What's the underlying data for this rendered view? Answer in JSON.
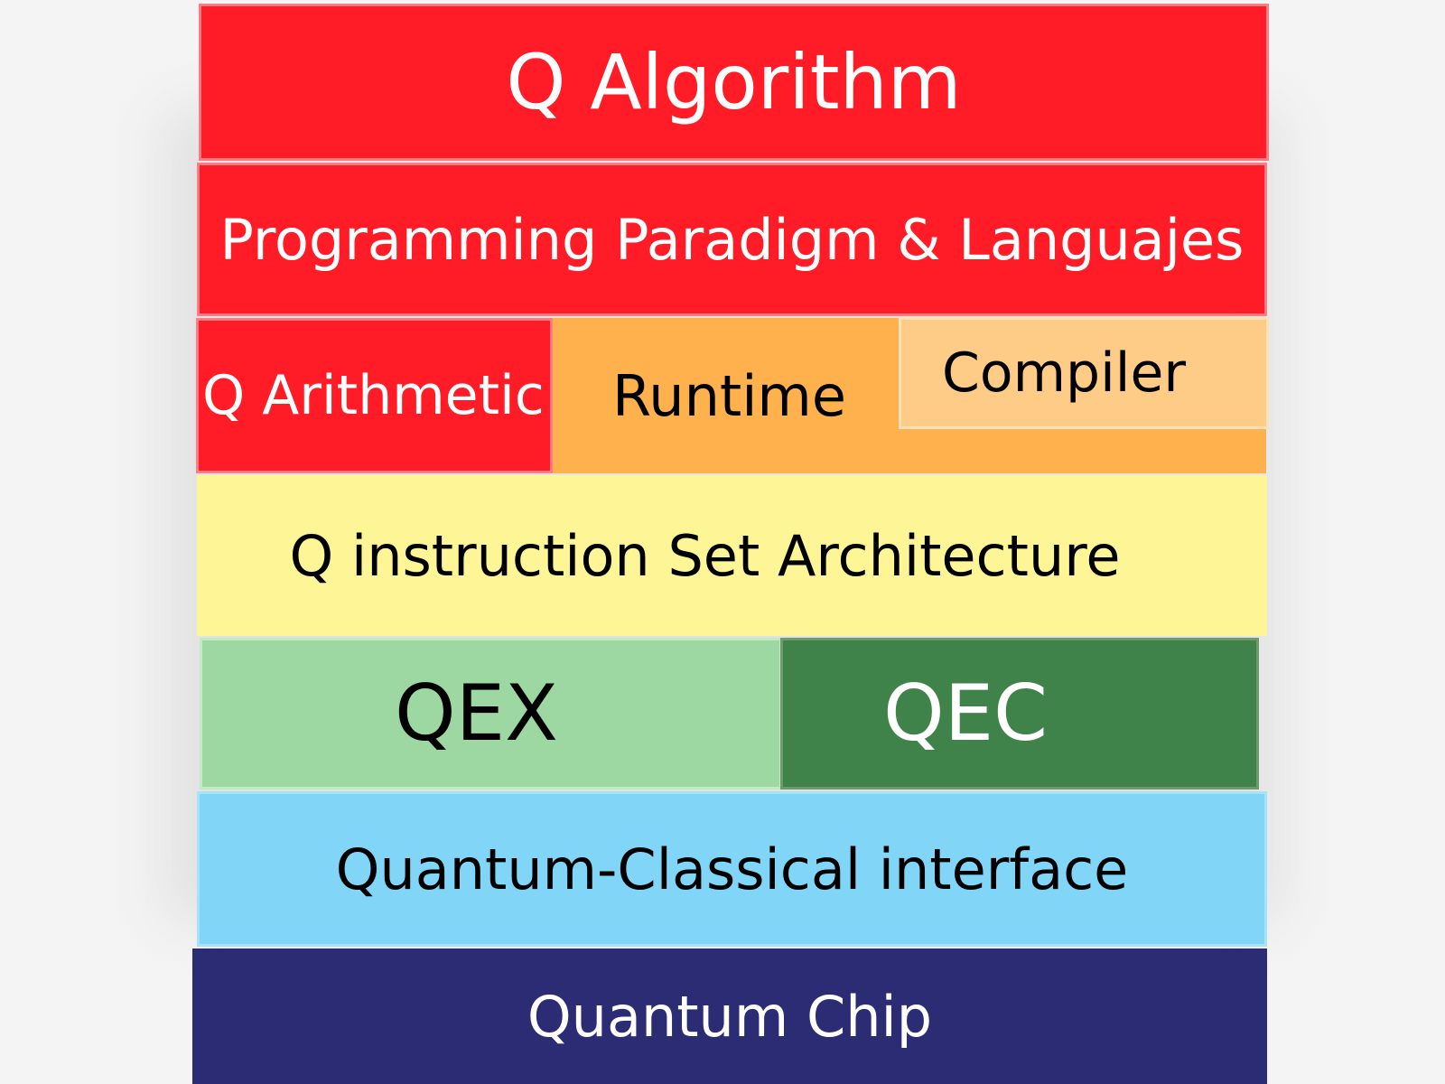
{
  "colors": {
    "red": "#ff1c26",
    "orange": "#ffb14d",
    "light_orange": "#ffcc88",
    "yellow": "#fdf596",
    "light_green": "#9dd8a3",
    "dark_green": "#3f834a",
    "light_blue": "#81d6f7",
    "navy": "#2b2c74"
  },
  "stack": {
    "algorithm": "Q Algorithm",
    "programming": "Programming Paradigm & Languajes",
    "arithmetic": "Q Arithmetic",
    "runtime": "Runtime",
    "compiler": "Compiler",
    "isa": "Q instruction Set Architecture",
    "qex": "QEX",
    "qec": "QEC",
    "interface": "Quantum-Classical interface",
    "chip": "Quantum Chip"
  }
}
